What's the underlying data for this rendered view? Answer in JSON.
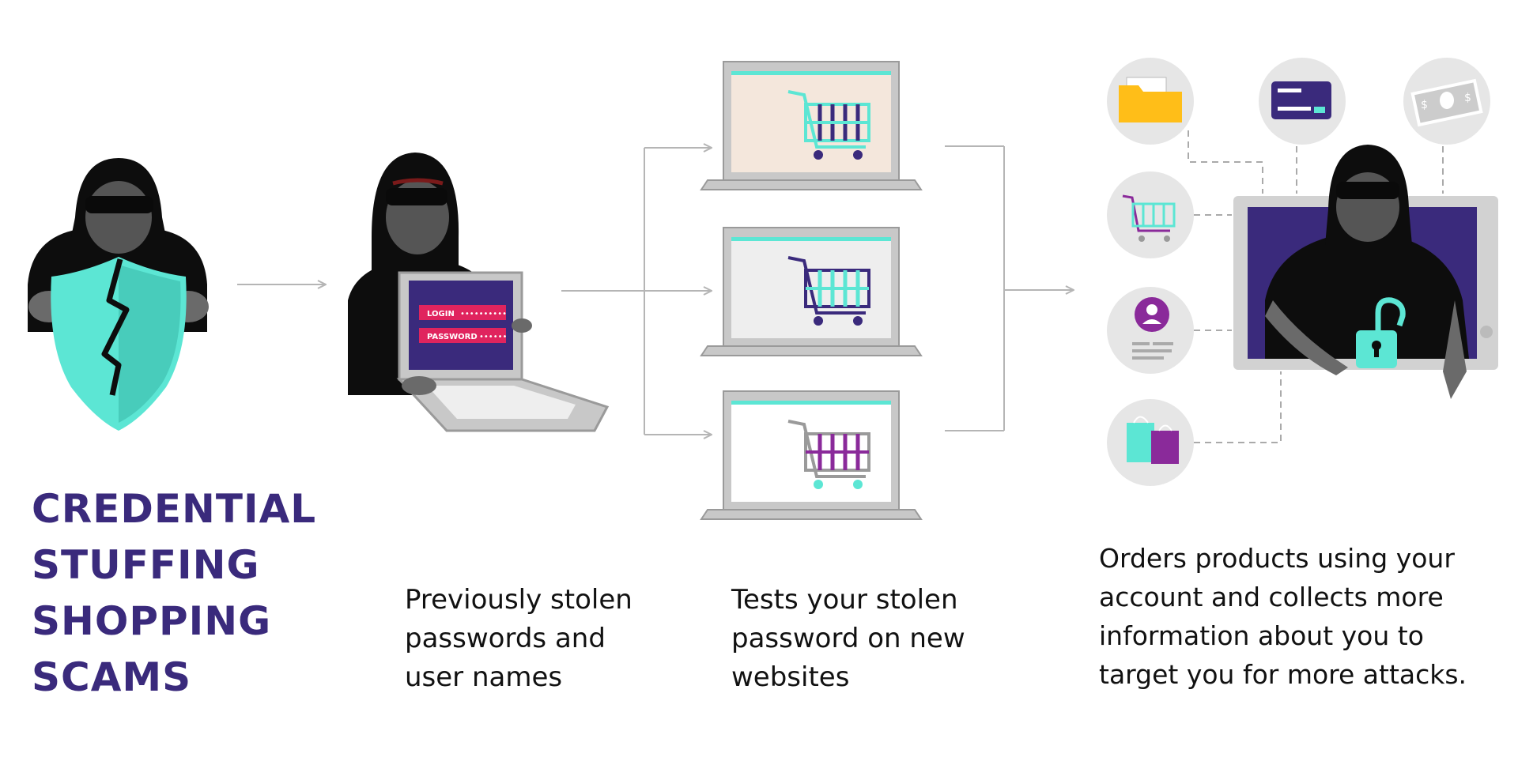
{
  "title": {
    "lines": [
      "CREDENTIAL",
      "STUFFING",
      "SHOPPING",
      "SCAMS"
    ]
  },
  "steps": [
    {
      "lines": [
        "Previously stolen",
        "passwords and",
        "user names"
      ]
    },
    {
      "lines": [
        "Tests your stolen",
        "password on new",
        "websites"
      ]
    },
    {
      "lines": [
        "Orders products using your",
        "account and collects more",
        "information about you to",
        "target you for more attacks."
      ]
    }
  ],
  "laptop_screen": {
    "login_label": "LOGIN",
    "password_label": "PASSWORD"
  },
  "colors": {
    "title": "#3a2a7c",
    "teal": "#5ce6d4",
    "purple_dark": "#3a2a7c",
    "magenta": "#e0245e",
    "arrow": "#b5b5b5",
    "icon_circle": "#e6e6e6"
  },
  "icons": {
    "stolen_data": [
      "folder-icon",
      "credit-card-icon",
      "cash-icon",
      "cart-icon",
      "profile-card-icon",
      "shopping-bags-icon"
    ]
  }
}
